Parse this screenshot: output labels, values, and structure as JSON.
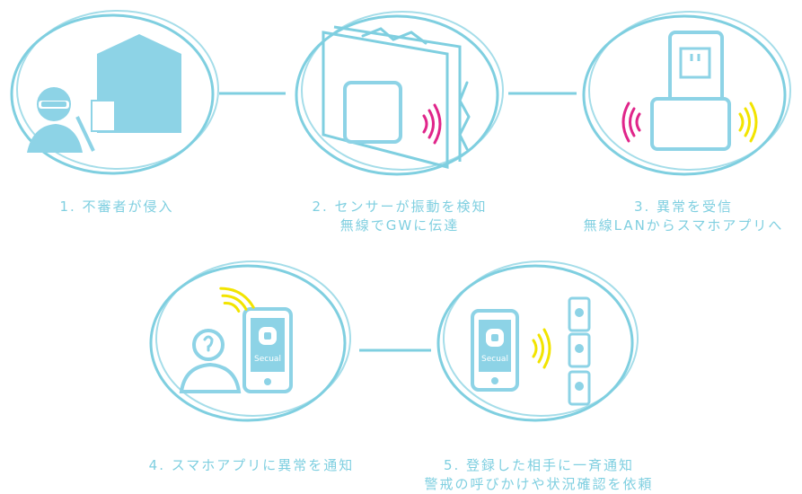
{
  "steps": [
    {
      "lines": [
        "1. 不審者が侵入"
      ]
    },
    {
      "lines": [
        "2. センサーが振動を検知",
        "無線でGWに伝達"
      ]
    },
    {
      "lines": [
        "3. 異常を受信",
        "無線LANからスマホアプリへ"
      ]
    },
    {
      "lines": [
        "4. スマホアプリに異常を通知"
      ]
    },
    {
      "lines": [
        "5. 登録した相手に一斉通知",
        "警戒の呼びかけや状況確認を依頼"
      ]
    }
  ],
  "app_label": "Secual",
  "colors": {
    "line": "#7fcfe0",
    "fill": "#8dd3e6",
    "pink": "#e0258a",
    "yellow": "#f2e400"
  }
}
